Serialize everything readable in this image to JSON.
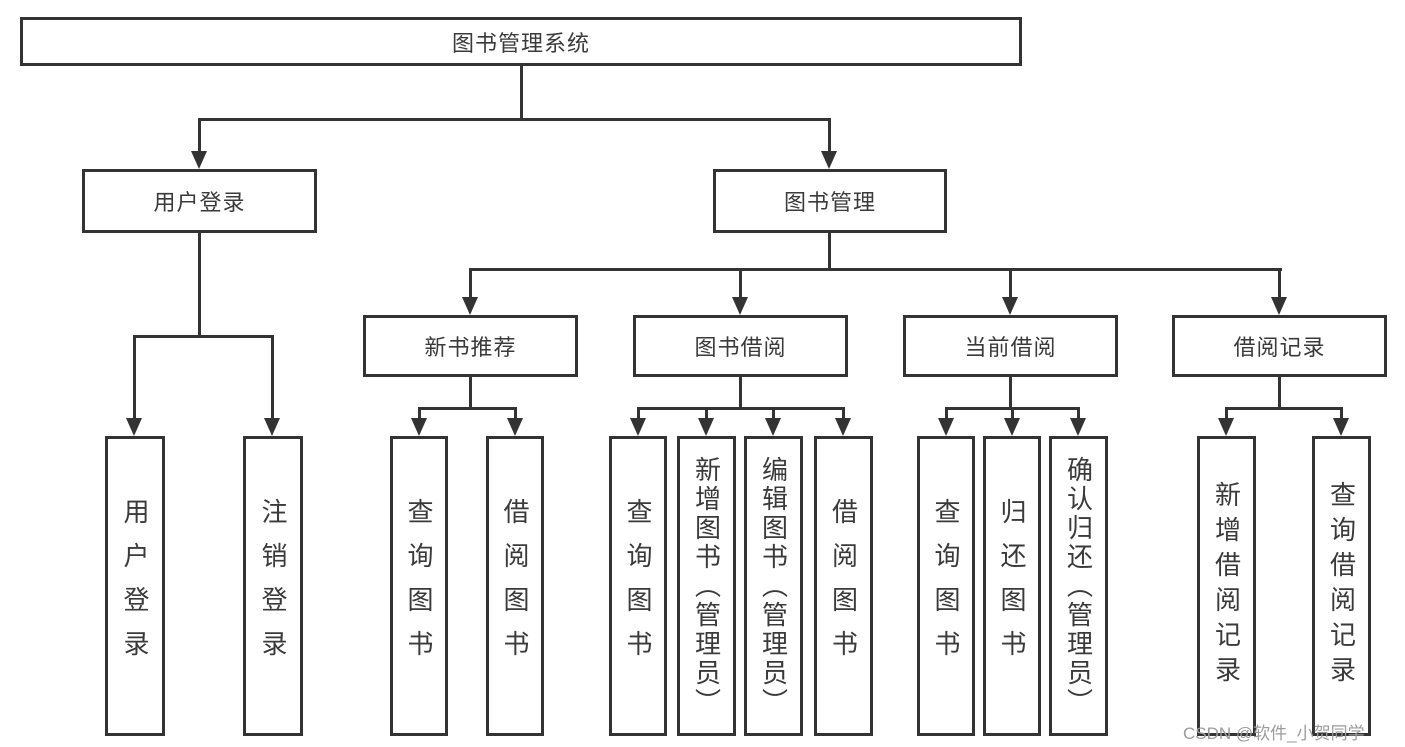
{
  "diagram": {
    "colors": {
      "line": "#333333",
      "text": "#3a3a3a",
      "watermark": "#9c9c9c",
      "background": "#ffffff"
    },
    "tree": {
      "label": "图书管理系统",
      "children": [
        {
          "label": "用户登录",
          "children": [
            {
              "label": "用户登录"
            },
            {
              "label": "注销登录"
            }
          ]
        },
        {
          "label": "图书管理",
          "children": [
            {
              "label": "新书推荐",
              "children": [
                {
                  "label": "查询图书"
                },
                {
                  "label": "借阅图书"
                }
              ]
            },
            {
              "label": "图书借阅",
              "children": [
                {
                  "label": "查询图书"
                },
                {
                  "label": "新增图书（管理员）"
                },
                {
                  "label": "编辑图书（管理员）"
                },
                {
                  "label": "借阅图书"
                }
              ]
            },
            {
              "label": "当前借阅",
              "children": [
                {
                  "label": "查询图书"
                },
                {
                  "label": "归还图书"
                },
                {
                  "label": "确认归还（管理员）"
                }
              ]
            },
            {
              "label": "借阅记录",
              "children": [
                {
                  "label": "新增借阅记录"
                },
                {
                  "label": "查询借阅记录"
                }
              ]
            }
          ]
        }
      ]
    },
    "watermark": {
      "text": "CSDN @软件_小贺同学"
    }
  }
}
